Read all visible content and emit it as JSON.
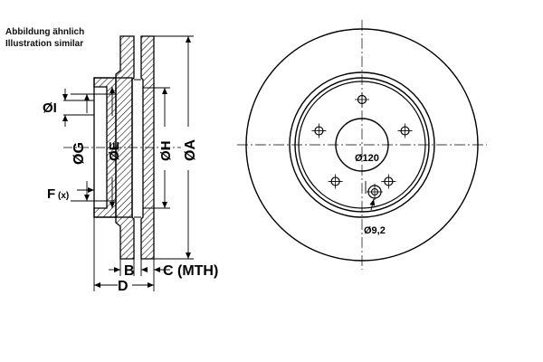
{
  "caption": {
    "line1": "Abbildung ähnlich",
    "line2": "Illustration similar"
  },
  "side_view": {
    "labels": {
      "I": "ØI",
      "G": "ØG",
      "E": "ØE",
      "H": "ØH",
      "A": "ØA",
      "F": "F",
      "F_sub": "(x)",
      "B": "B",
      "C": "C (MTH)",
      "D": "D"
    }
  },
  "front_view": {
    "labels": {
      "pcd": "Ø120",
      "hole": "Ø9,2"
    },
    "bolt_hole_count": 5
  },
  "colors": {
    "line": "#000000",
    "background": "#ffffff"
  }
}
